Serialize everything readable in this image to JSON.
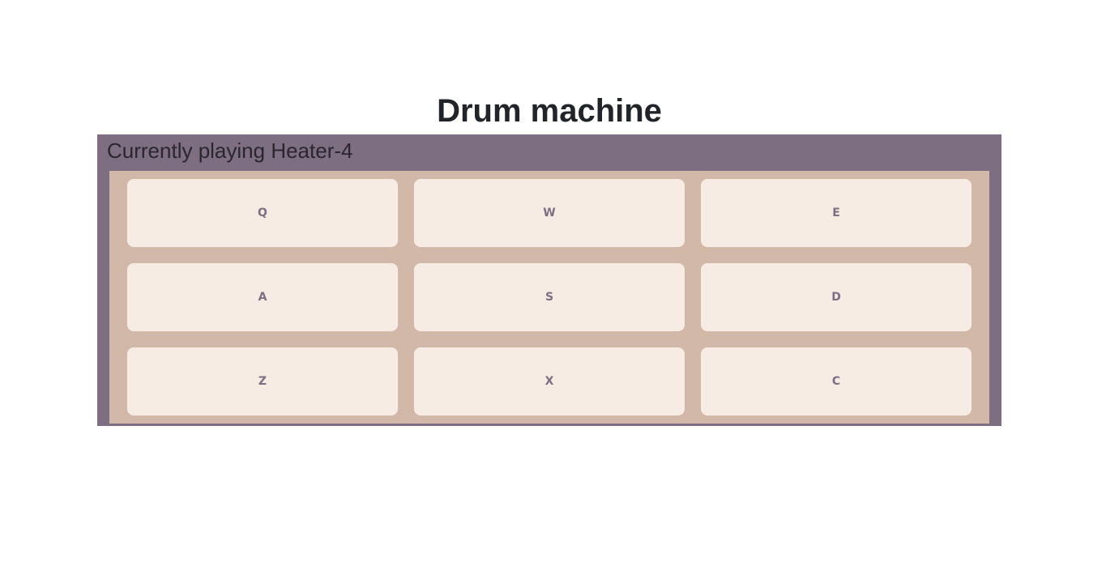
{
  "page": {
    "title": "Drum machine"
  },
  "display": {
    "text": "Currently playing Heater-4"
  },
  "pads": [
    {
      "key": "Q"
    },
    {
      "key": "W"
    },
    {
      "key": "E"
    },
    {
      "key": "A"
    },
    {
      "key": "S"
    },
    {
      "key": "D"
    },
    {
      "key": "Z"
    },
    {
      "key": "X"
    },
    {
      "key": "C"
    }
  ],
  "colors": {
    "frame": "#7e6e82",
    "pad_bank": "#d1b8a8",
    "pad": "#f7ece3",
    "pad_text": "#7e6e82",
    "title_text": "#212529"
  }
}
